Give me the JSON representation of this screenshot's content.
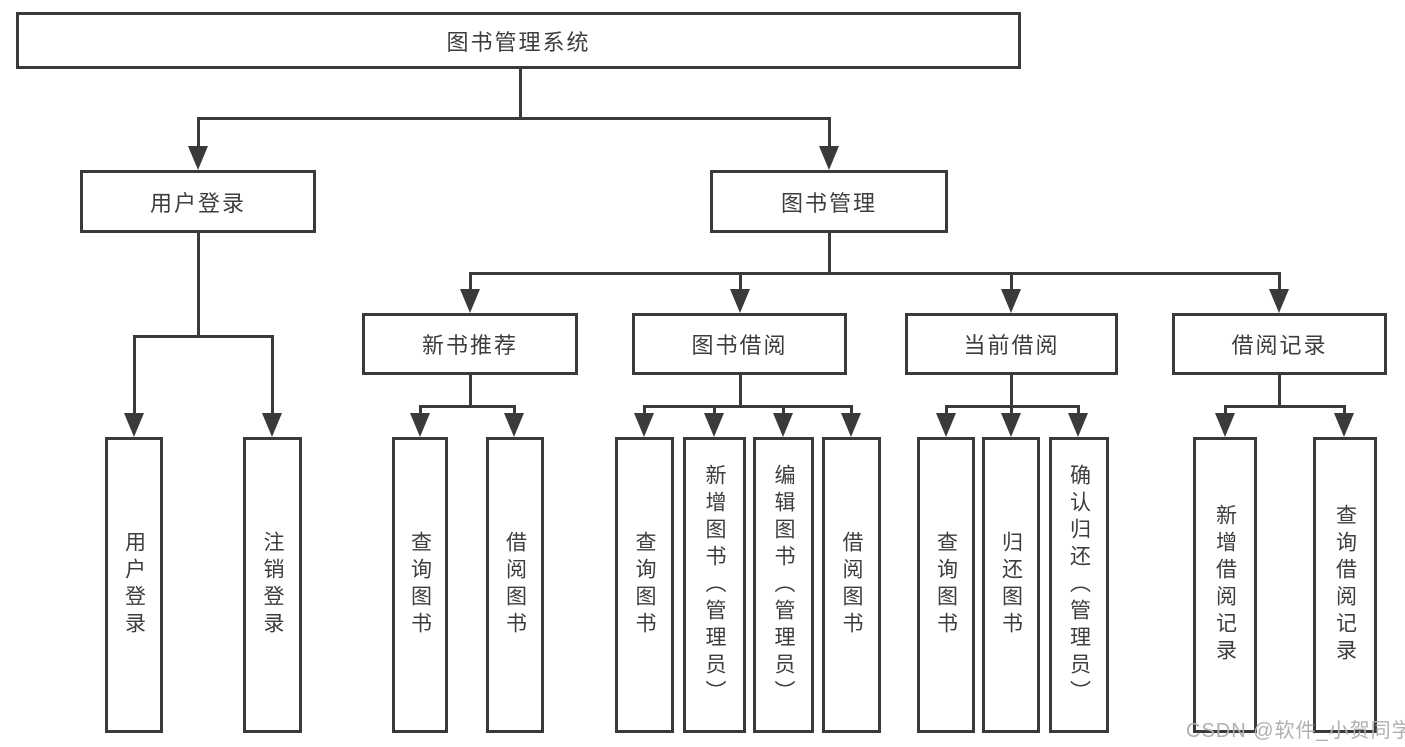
{
  "diagram": {
    "type": "hierarchy-flowchart",
    "title": "图书管理系统",
    "colors": {
      "line": "#3a3a3a",
      "text": "#3d3d3d",
      "box_background": "#ffffff",
      "page_background": "#ffffff",
      "watermark": "#b0b0b0"
    }
  },
  "nodes": {
    "root": {
      "label": "图书管理系统"
    },
    "user_login": {
      "label": "用户登录"
    },
    "book_mgmt": {
      "label": "图书管理"
    },
    "new_rec": {
      "label": "新书推荐"
    },
    "book_borrow": {
      "label": "图书借阅"
    },
    "current_borrow": {
      "label": "当前借阅"
    },
    "borrow_records": {
      "label": "借阅记录"
    },
    "leaf_user_login": {
      "label": "用户登录"
    },
    "leaf_logout": {
      "label": "注销登录"
    },
    "leaf_query_books_1": {
      "label": "查询图书"
    },
    "leaf_borrow_books_1": {
      "label": "借阅图书"
    },
    "leaf_query_books_2": {
      "label": "查询图书"
    },
    "leaf_add_books_admin": {
      "label": "新增图书（管理员）"
    },
    "leaf_edit_books_admin": {
      "label": "编辑图书（管理员）"
    },
    "leaf_borrow_books_2": {
      "label": "借阅图书"
    },
    "leaf_query_books_3": {
      "label": "查询图书"
    },
    "leaf_return_books": {
      "label": "归还图书"
    },
    "leaf_confirm_return_admin": {
      "label": "确认归还（管理员）"
    },
    "leaf_add_borrow_record": {
      "label": "新增借阅记录"
    },
    "leaf_query_borrow_record": {
      "label": "查询借阅记录"
    }
  },
  "hierarchy": {
    "图书管理系统": {
      "用户登录": [
        "用户登录",
        "注销登录"
      ],
      "图书管理": {
        "新书推荐": [
          "查询图书",
          "借阅图书"
        ],
        "图书借阅": [
          "查询图书",
          "新增图书（管理员）",
          "编辑图书（管理员）",
          "借阅图书"
        ],
        "当前借阅": [
          "查询图书",
          "归还图书",
          "确认归还（管理员）"
        ],
        "借阅记录": [
          "新增借阅记录",
          "查询借阅记录"
        ]
      }
    }
  },
  "watermark": {
    "text": "CSDN @软件_小贺同学"
  }
}
